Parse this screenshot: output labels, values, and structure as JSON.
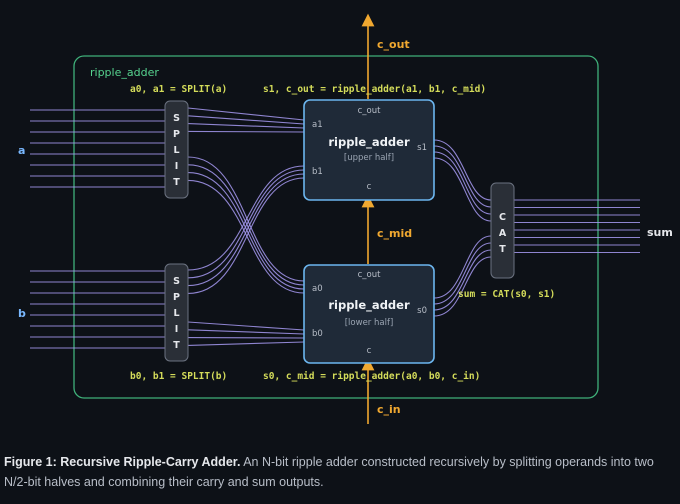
{
  "diagram": {
    "module_label": "ripple_adder",
    "inputs": {
      "a": "a",
      "b": "b"
    },
    "output": {
      "sum": "sum"
    },
    "signals": {
      "c_out": "c_out",
      "c_mid": "c_mid",
      "c_in": "c_in"
    },
    "split_top": {
      "letters": [
        "S",
        "P",
        "L",
        "I",
        "T"
      ],
      "annotation": "a0, a1 = SPLIT(a)"
    },
    "split_bottom": {
      "letters": [
        "S",
        "P",
        "L",
        "I",
        "T"
      ],
      "annotation": "b0, b1 = SPLIT(b)"
    },
    "cat": {
      "letters": [
        "C",
        "A",
        "T"
      ],
      "annotation": "sum = CAT(s0, s1)"
    },
    "adder_upper": {
      "title": "ripple_adder",
      "subtitle": "[upper half]",
      "port_top": "c_out",
      "port_in1": "a1",
      "port_in2": "b1",
      "port_out": "s1",
      "port_bottom": "c",
      "annotation": "s1, c_out = ripple_adder(a1, b1, c_mid)"
    },
    "adder_lower": {
      "title": "ripple_adder",
      "subtitle": "[lower half]",
      "port_top": "c_out",
      "port_in1": "a0",
      "port_in2": "b0",
      "port_out": "s0",
      "port_bottom": "c",
      "annotation": "s0, c_mid = ripple_adder(a0, b0, c_in)"
    },
    "colors": {
      "background": "#0d1117",
      "module_border": "#3fb17a",
      "module_label": "#56d38f",
      "annotation": "#d4dc5a",
      "bus_wire": "#a79af2",
      "carry": "#f0a830",
      "input_label": "#79b8ff",
      "adder_border": "#6cb6ef",
      "adder_fill": "#1f2a38",
      "block_fill": "#2a2f37",
      "block_border": "#6b7280"
    }
  },
  "caption": {
    "title": "Figure 1: Recursive Ripple-Carry Adder.",
    "text": "An N-bit ripple adder constructed recursively by splitting operands into two N/2-bit halves and combining their carry and sum outputs."
  }
}
